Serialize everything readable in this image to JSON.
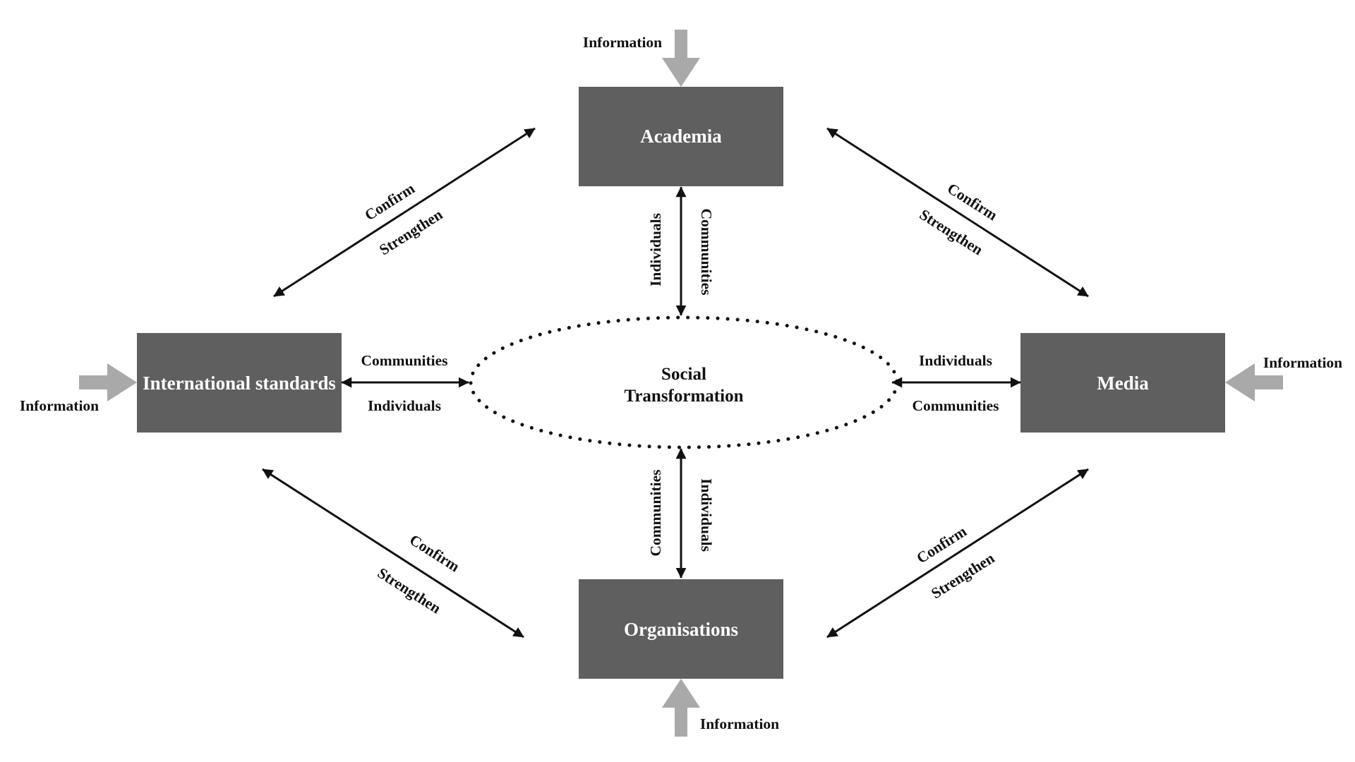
{
  "colors": {
    "box_fill": "#5f5f5f",
    "box_text": "#ffffff",
    "arrow": "#111111",
    "info_arrow": "#a9a9a9",
    "background": "#ffffff"
  },
  "boxes": {
    "academia": "Academia",
    "international_standards": "International standards",
    "media": "Media",
    "organisations": "Organisations"
  },
  "center": {
    "line1": "Social",
    "line2": "Transformation"
  },
  "info_labels": {
    "top": "Information",
    "left": "Information",
    "right": "Information",
    "bottom": "Information"
  },
  "links": {
    "academia_center": {
      "left": "Individuals",
      "right": "Communities"
    },
    "organisations_center": {
      "left": "Communities",
      "right": "Individuals"
    },
    "standards_center": {
      "top": "Communities",
      "bottom": "Individuals"
    },
    "media_center": {
      "top": "Individuals",
      "bottom": "Communities"
    }
  },
  "diagonals": {
    "top_left": {
      "upper": "Confirm",
      "lower": "Strengthen"
    },
    "top_right": {
      "upper": "Confirm",
      "lower": "Strengthen"
    },
    "bottom_left": {
      "upper": "Confirm",
      "lower": "Strengthen"
    },
    "bottom_right": {
      "upper": "Confirm",
      "lower": "Strengthen"
    }
  }
}
